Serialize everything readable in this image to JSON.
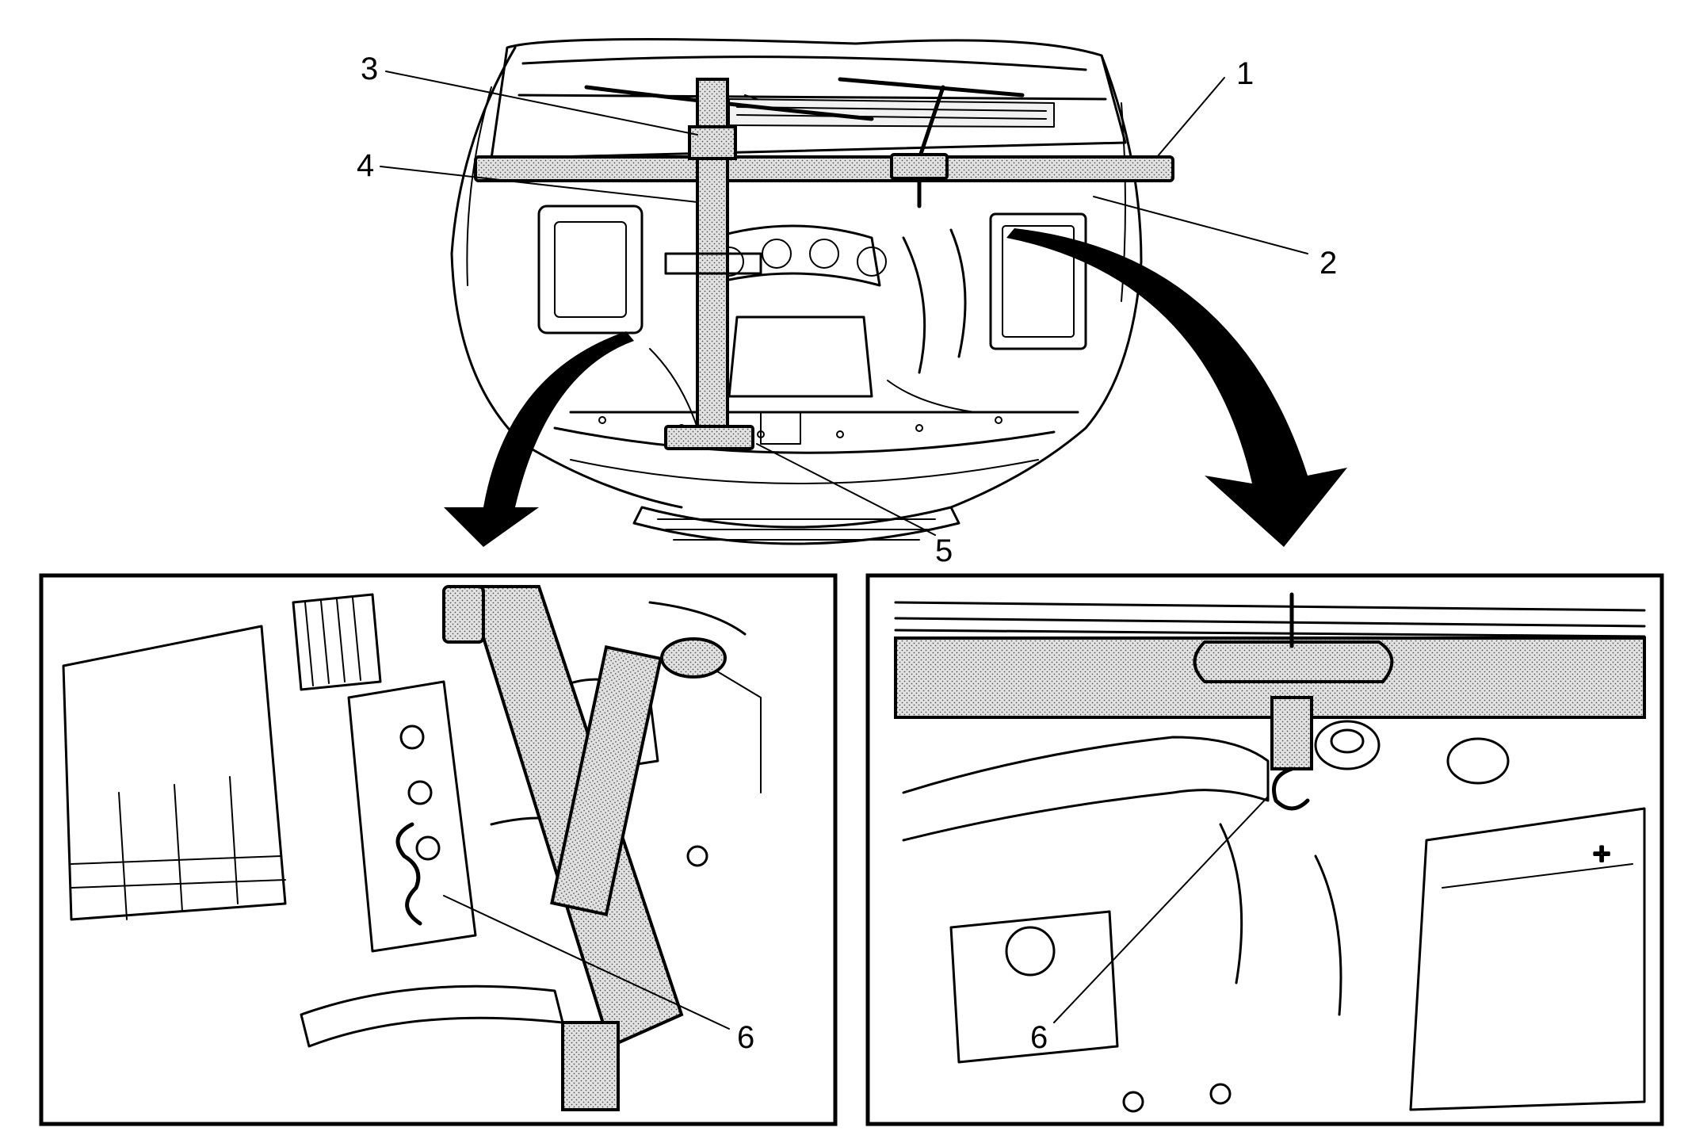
{
  "callouts": {
    "c1": "1",
    "c2": "2",
    "c3": "3",
    "c4": "4",
    "c5": "5",
    "c6_left": "6",
    "c6_right": "6"
  },
  "colors": {
    "ink": "#000000",
    "stipple_bg": "#d9d9d9",
    "paper": "#ffffff"
  }
}
